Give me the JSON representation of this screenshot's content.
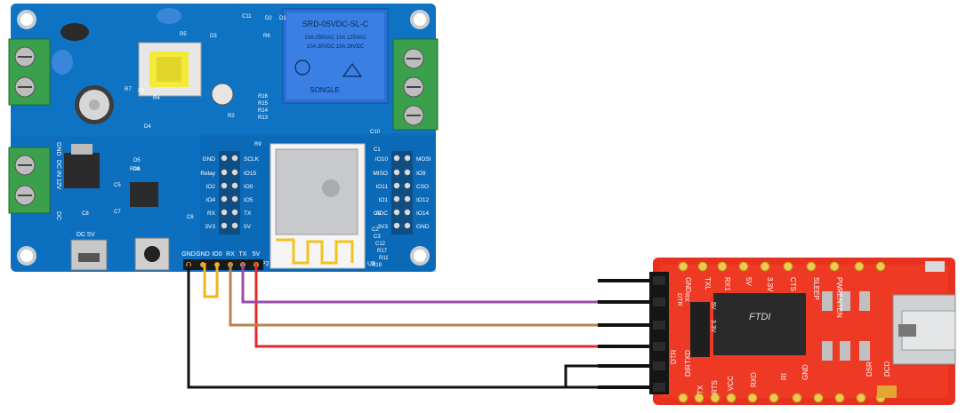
{
  "esp_board": {
    "relay": {
      "model": "SRD-05VDC-SL-C",
      "line1": "10A 250VAC 10A 125VAC",
      "line2": "10A 30VDC 10A 28VDC",
      "brand": "SONGLE"
    },
    "left_header_labels": [
      "GND",
      "Relay",
      "IO2",
      "IO4",
      "RX",
      "3V3"
    ],
    "mid_header_labels": [
      "SCLK",
      "IO15",
      "IO0",
      "IO5",
      "TX",
      "5V"
    ],
    "right_header_left_labels": [
      "IO10",
      "MISO",
      "IO11",
      "IO1",
      "ADC",
      "3V3"
    ],
    "right_header_right_labels": [
      "MOSI",
      "IO9",
      "CSO",
      "IO12",
      "IO14",
      "GND"
    ],
    "bottom_pins": [
      "GND",
      "GND",
      "IO0",
      "RX",
      "TX",
      "5V"
    ],
    "misc_labels": {
      "dc5v": "DC 5V",
      "gnd": "GND",
      "dcin": "DC IN 12V",
      "dc": "DC",
      "u3": "U3",
      "p2": "P2"
    },
    "component_refs": [
      "C11",
      "D2",
      "D1",
      "R6",
      "R5",
      "D3",
      "R3",
      "R4",
      "R7",
      "D4",
      "R2",
      "R16",
      "R15",
      "R14",
      "R13",
      "R9",
      "R10",
      "C10",
      "C1",
      "C2",
      "C3",
      "C12",
      "R17",
      "R11",
      "R18",
      "C6",
      "C5",
      "C7",
      "C8",
      "C9",
      "D5",
      "D6"
    ]
  },
  "ftdi_board": {
    "chip": "FTDI",
    "top_labels": [
      "GND",
      "TXL",
      "RX1",
      "5V",
      "3.3V",
      "CTS",
      "SLEEP",
      "PWRENTEN"
    ],
    "top_side_labels": [
      "DTR",
      "RX"
    ],
    "bottom_labels": [
      "RTS",
      "TX",
      "DCD",
      "DSR",
      "RI",
      "GND",
      "VCC",
      "RXD",
      "DIR",
      "TXD",
      "DTR"
    ],
    "jumper_labels": [
      "3.3V",
      "5V"
    ]
  },
  "wires": [
    {
      "name": "5V",
      "color": "#e8262c"
    },
    {
      "name": "TX",
      "color": "#9b4aa8"
    },
    {
      "name": "RX",
      "color": "#b8834f"
    },
    {
      "name": "GND",
      "color": "#111111"
    },
    {
      "name": "IO0-GND jumper",
      "color": "#f4b418"
    }
  ]
}
